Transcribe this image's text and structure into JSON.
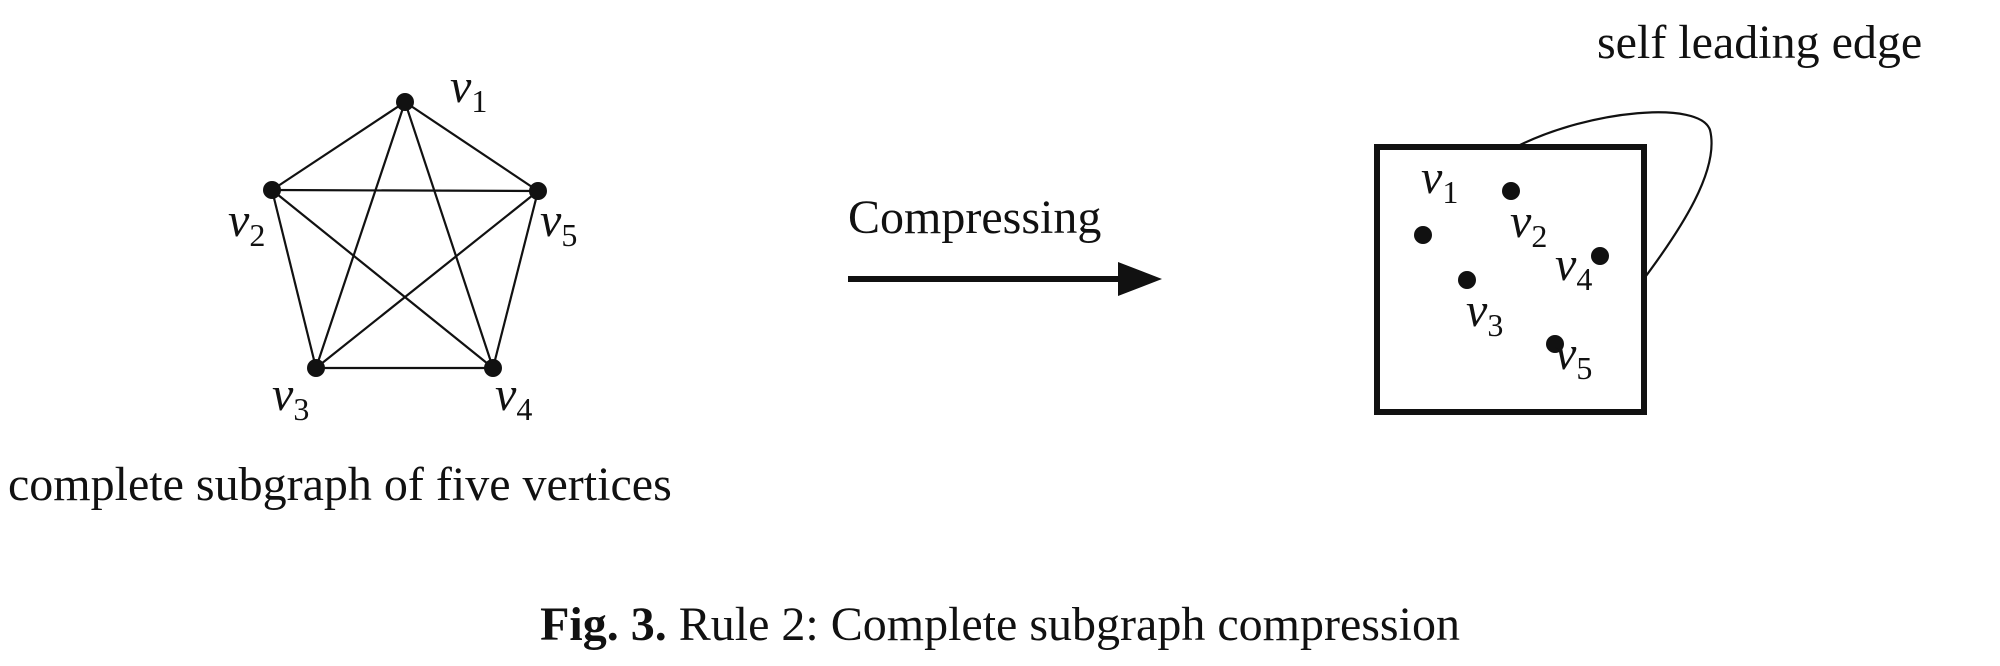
{
  "left_graph": {
    "vertices": [
      {
        "id": "v1",
        "letter": "v",
        "sub": "1"
      },
      {
        "id": "v2",
        "letter": "v",
        "sub": "2"
      },
      {
        "id": "v3",
        "letter": "v",
        "sub": "3"
      },
      {
        "id": "v4",
        "letter": "v",
        "sub": "4"
      },
      {
        "id": "v5",
        "letter": "v",
        "sub": "5"
      }
    ],
    "label": "complete subgraph of five vertices"
  },
  "arrow": {
    "label": "Compressing"
  },
  "right_graph": {
    "vertices": [
      {
        "id": "v1",
        "letter": "v",
        "sub": "1"
      },
      {
        "id": "v2",
        "letter": "v",
        "sub": "2"
      },
      {
        "id": "v3",
        "letter": "v",
        "sub": "3"
      },
      {
        "id": "v4",
        "letter": "v",
        "sub": "4"
      },
      {
        "id": "v5",
        "letter": "v",
        "sub": "5"
      }
    ],
    "loop_label": "self leading edge"
  },
  "caption": {
    "prefix": "Fig. 3.",
    "text": " Rule 2: Complete subgraph compression"
  }
}
